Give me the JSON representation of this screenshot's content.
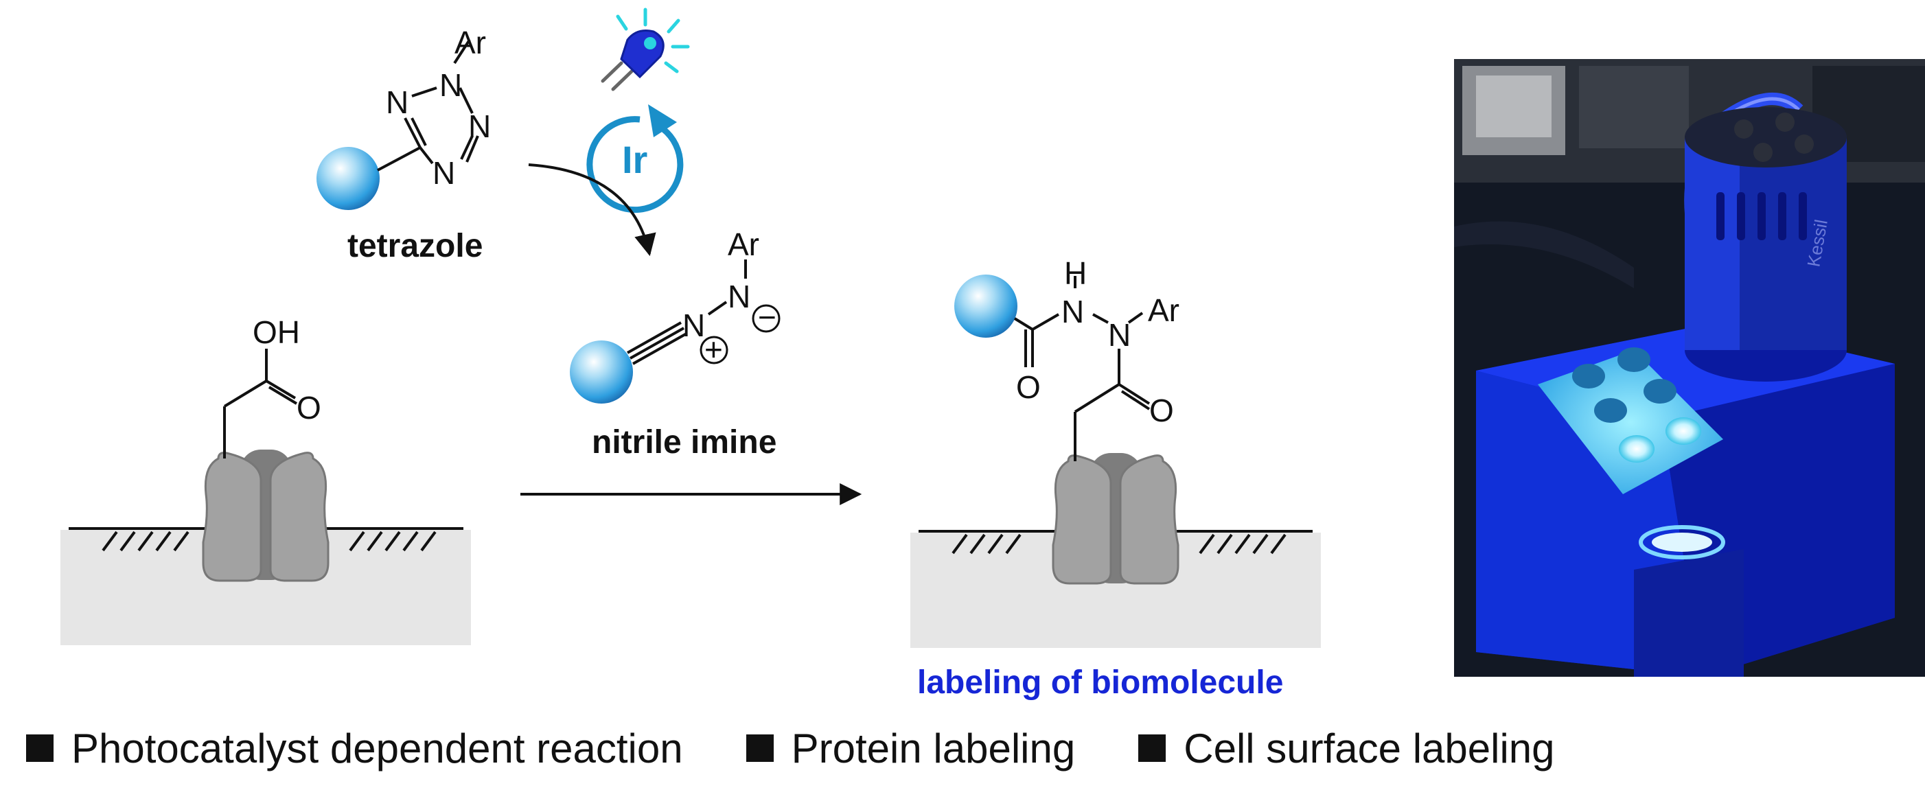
{
  "scheme": {
    "reagent_label": "tetrazole",
    "intermediate_label": "nitrile imine",
    "product_label": "labeling of biomolecule",
    "catalyst_label": "Ir",
    "atoms": {
      "ar": "Ar",
      "n": "N",
      "oh": "OH",
      "o": "O",
      "h": "H",
      "plus": "+",
      "minus": "−"
    }
  },
  "device_photo": {
    "brand_text": "Kessil",
    "description": "blue LED photoreactor"
  },
  "bullets": [
    "Photocatalyst dependent reaction",
    "Protein labeling",
    "Cell surface labeling"
  ],
  "colors": {
    "catalyst_blue": "#1a8fc9",
    "product_label_blue": "#1626d6",
    "led_glow": "#2ad4e0",
    "membrane_fill": "#e6e6e6",
    "protein_gray": "#9a9a9a"
  }
}
